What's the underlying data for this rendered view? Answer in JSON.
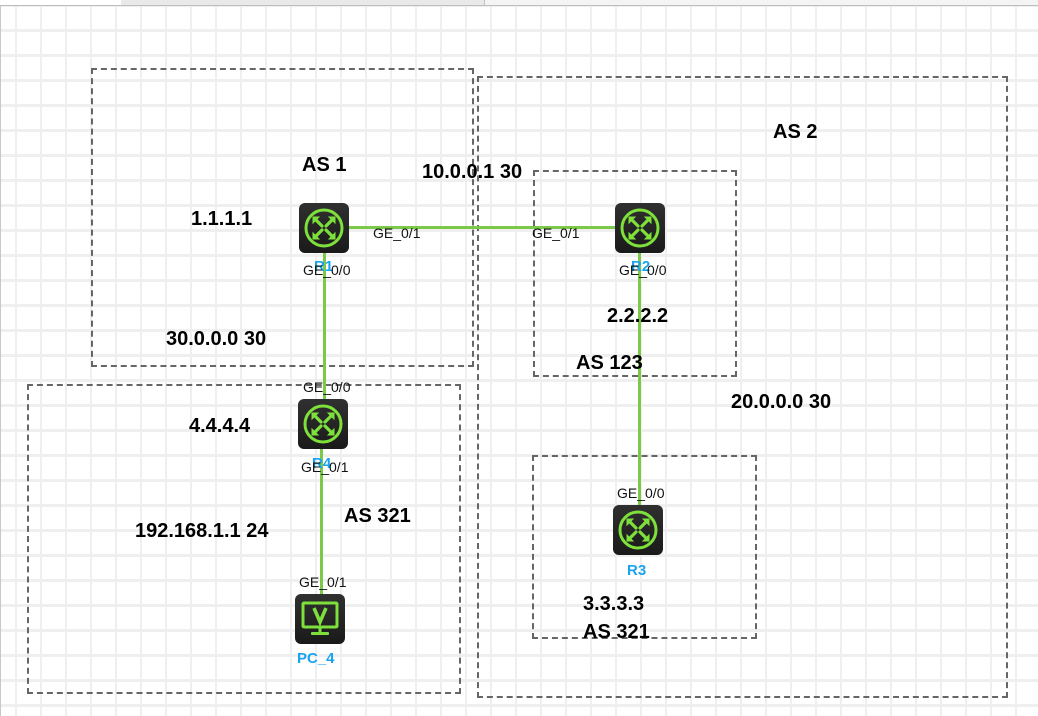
{
  "tabs": [
    {
      "label": "",
      "active": true
    },
    {
      "label": "",
      "active": false
    },
    {
      "label": "",
      "active": false
    },
    {
      "label": "",
      "active": false
    }
  ],
  "colors": {
    "link": "#7cc94a",
    "device_bg": "#222222",
    "device_glyph": "#7ee03b",
    "device_label": "#1aa3f0",
    "as_border": "#666666"
  },
  "topology": {
    "as_areas": [
      {
        "id": "as1-area",
        "label": "AS 1"
      },
      {
        "id": "as2-area",
        "label": "AS 2"
      },
      {
        "id": "as123-area",
        "label": "AS 123"
      },
      {
        "id": "as321-left-area",
        "label": "AS 321"
      },
      {
        "id": "as321-right-area",
        "label": "AS 321"
      }
    ],
    "devices": [
      {
        "name": "R1",
        "type": "router",
        "icon": "router-icon"
      },
      {
        "name": "R2",
        "type": "router",
        "icon": "router-icon"
      },
      {
        "name": "R3",
        "type": "router",
        "icon": "router-icon"
      },
      {
        "name": "R4",
        "type": "router",
        "icon": "router-icon"
      },
      {
        "name": "PC_4",
        "type": "pc",
        "icon": "pc-monitor-icon"
      }
    ],
    "links": [
      {
        "from": "R1",
        "from_port": "GE_0/1",
        "to": "R2",
        "to_port": "GE_0/1"
      },
      {
        "from": "R1",
        "from_port": "GE_0/0",
        "to": "R4",
        "to_port": "GE_0/0"
      },
      {
        "from": "R2",
        "from_port": "GE_0/0",
        "to": "R3",
        "to_port": "GE_0/0"
      },
      {
        "from": "R4",
        "from_port": "GE_0/1",
        "to": "PC_4",
        "to_port": "GE_0/1"
      }
    ],
    "notes": {
      "as1": "AS 1",
      "r1_loopback": "1.1.1.1",
      "r1_r2_net": "10.0.0.1 30",
      "as2": "AS 2",
      "r2_loopback": "2.2.2.2",
      "as123": "AS 123",
      "r2_r3_net": "20.0.0.0 30",
      "r1_r4_net": "30.0.0.0 30",
      "r4_loopback": "4.4.4.4",
      "as321_left": "AS 321",
      "lan_net": "192.168.1.1 24",
      "r3_loopback": "3.3.3.3",
      "as321_right": "AS 321"
    }
  }
}
